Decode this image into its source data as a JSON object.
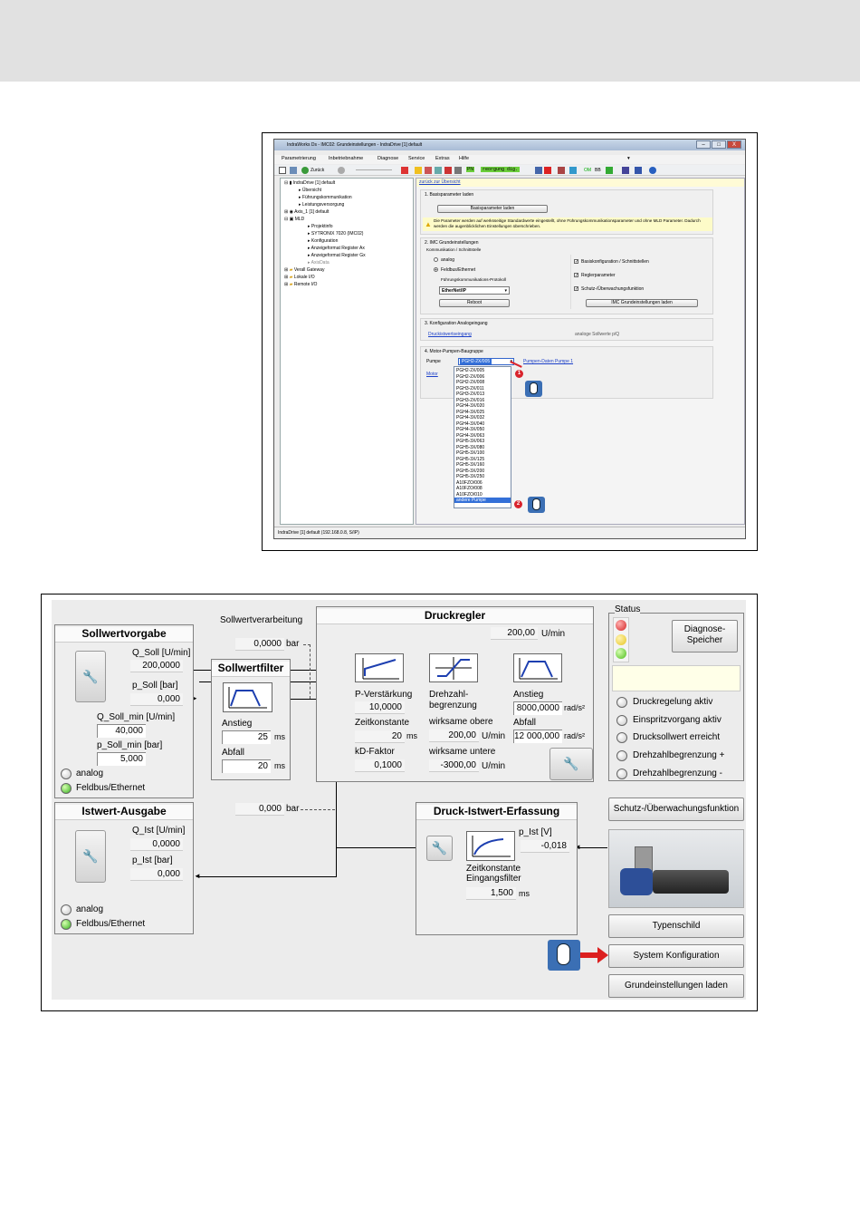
{
  "window": {
    "title": "IndraWorks Ds - IMC02: Grundeinstellungen - IndraDrive [1] default",
    "min": "–",
    "max": "□",
    "close": "X"
  },
  "menu": [
    "Parametrierung",
    "Inbetriebnahme",
    "Diagnose",
    "Service",
    "Extras",
    "Hilfe"
  ],
  "toolbar": {
    "back": "Zurück",
    "search_icon": "▾",
    "mode1": "PN",
    "mode2": "reorgung dig.",
    "label_om": "OM",
    "label_bb": "BB"
  },
  "tree": [
    "IndraDrive [1] default",
    "Übersicht",
    "Führungskommunikation",
    "Leistungsversorgung",
    "Axis_1 [1] default",
    "MLD",
    "Projektinfo",
    "SYTRONIX 7020 (IMC02)",
    "Konfiguration",
    "Anzeigeformat Register Ax",
    "Anzeigeformat Register Gx",
    "AxisData",
    "Verall Gateway",
    "Lokale I/O",
    "Remote I/O"
  ],
  "rightpane": {
    "back_link": "zurück zur Übersicht",
    "s1": {
      "title": "1. Basisparameter laden",
      "button": "Basisparameter laden",
      "warning": "Die Parameter werden auf werksseitige Standardwerte eingestellt, ohne Führungskommunikationsparameter und ohne MLD Parameter. Dadurch werden die augenblicklichen Einstellungen überschrieben."
    },
    "s2": {
      "title": "2. IMC Grundeinstellungen",
      "sub": "Kommunikation / Schnittstelle",
      "r1": "analog",
      "r2": "Feldbus/Ethernet",
      "proto_label": "Führungskommunikations-Protokoll",
      "proto_value": "EtherNet/IP",
      "reboot": "Reboot",
      "c1": "Basiskonfiguration / Schnittstellen",
      "c2": "Reglerparameter",
      "c3": "Schutz-/Überwachungsfunktion",
      "load": "IMC Grundeinstellungen laden"
    },
    "s3": {
      "title": "3. Konfiguration Analogeingang",
      "link": "Druckistwertseingang",
      "right": "analoge Sollwerte p/Q"
    },
    "s4": {
      "title": "4. Motor-Pumpen-Baugruppe",
      "pumpe": "Pumpe",
      "motor": "Motor",
      "selected": "PGH2-2X/005",
      "data_link": "Pumpen-Daten Pumpe 1"
    },
    "pump_options": [
      "PGH2-2X/005",
      "PGH2-2X/006",
      "PGH2-2X/008",
      "PGH3-2X/011",
      "PGH3-2X/013",
      "PGH3-2X/016",
      "PGH4-3X/020",
      "PGH4-3X/025",
      "PGH4-3X/032",
      "PGH4-3X/040",
      "PGH4-3X/050",
      "PGH4-3X/063",
      "PGH5-3X/063",
      "PGH5-3X/080",
      "PGH5-3X/100",
      "PGH5-3X/125",
      "PGH5-3X/160",
      "PGH5-3X/200",
      "PGH5-3X/250",
      "A10FZO/006",
      "A10FZO/008",
      "A10FZO/010",
      "andere Pumpe"
    ]
  },
  "status1": "IndraDrive [1] default (192.168.0.8, S/IP)",
  "badges": {
    "b1": "1",
    "b2": "2"
  },
  "panel": {
    "sollwertvorgabe": {
      "title": "Sollwertvorgabe",
      "q_soll_label": "Q_Soll [U/min]",
      "q_soll": "200,0000",
      "p_soll_label": "p_Soll [bar]",
      "p_soll": "0,000",
      "q_min_label": "Q_Soll_min [U/min]",
      "q_min": "40,000",
      "p_min_label": "p_Soll_min [bar]",
      "p_min": "5,000",
      "analog": "analog",
      "feldbus": "Feldbus/Ethernet"
    },
    "sollwertverarbeitung": "Sollwertverarbeitung",
    "bar_value": "0,0000",
    "bar_unit": "bar",
    "sollwertfilter": {
      "title": "Sollwertfilter",
      "anstieg": "Anstieg",
      "anstieg_val": "25",
      "abfall": "Abfall",
      "abfall_val": "20",
      "unit": "ms"
    },
    "druckregler": {
      "title": "Druckregler",
      "speed_val": "200,00",
      "speed_unit": "U/min",
      "p_label": "P-Verstärkung",
      "p_val": "10,0000",
      "zeit_label": "Zeitkonstante",
      "zeit_val": "20",
      "zeit_unit": "ms",
      "kd_label": "kD-Faktor",
      "kd_val": "0,1000",
      "dreh_label1": "Drehzahl-",
      "dreh_label2": "begrenzung",
      "obere_label": "wirksame obere",
      "obere_val": "200,00",
      "obere_unit": "U/min",
      "untere_label": "wirksame untere",
      "untere_val": "-3000,00",
      "untere_unit": "U/min",
      "anstieg_label": "Anstieg",
      "anstieg_val": "8000,0000",
      "anstieg_unit": "rad/s²",
      "abfall_label": "Abfall",
      "abfall_val": "12 000,000",
      "abfall_unit": "rad/s²",
      "plus": "+",
      "minus": "-"
    },
    "status": {
      "title": "Status",
      "diag_btn": "Diagnose-\nSpeicher",
      "items": [
        "Druckregelung aktiv",
        "Einspritzvorgang aktiv",
        "Drucksollwert erreicht",
        "Drehzahlbegrenzung +",
        "Drehzahlbegrenzung -"
      ]
    },
    "istwert": {
      "title": "Istwert-Ausgabe",
      "q_ist_label": "Q_Ist [U/min]",
      "q_ist": "0,0000",
      "p_ist_label": "p_Ist [bar]",
      "p_ist": "0,000",
      "analog": "analog",
      "feldbus": "Feldbus/Ethernet"
    },
    "ist_bar_value": "0,000",
    "ist_bar_unit": "bar",
    "druck": {
      "title": "Druck-Istwert-Erfassung",
      "p_ist_v_label": "p_Ist [V]",
      "p_ist_v": "-0,018",
      "zeit_label1": "Zeitkonstante",
      "zeit_label2": "Eingangsfilter",
      "zeit_val": "1,500",
      "zeit_unit": "ms"
    },
    "buttons": {
      "schutz": "Schutz-/Überwachungsfunktion",
      "typenschild": "Typenschild",
      "system": "System Konfiguration",
      "grund": "Grundeinstellungen laden"
    }
  }
}
